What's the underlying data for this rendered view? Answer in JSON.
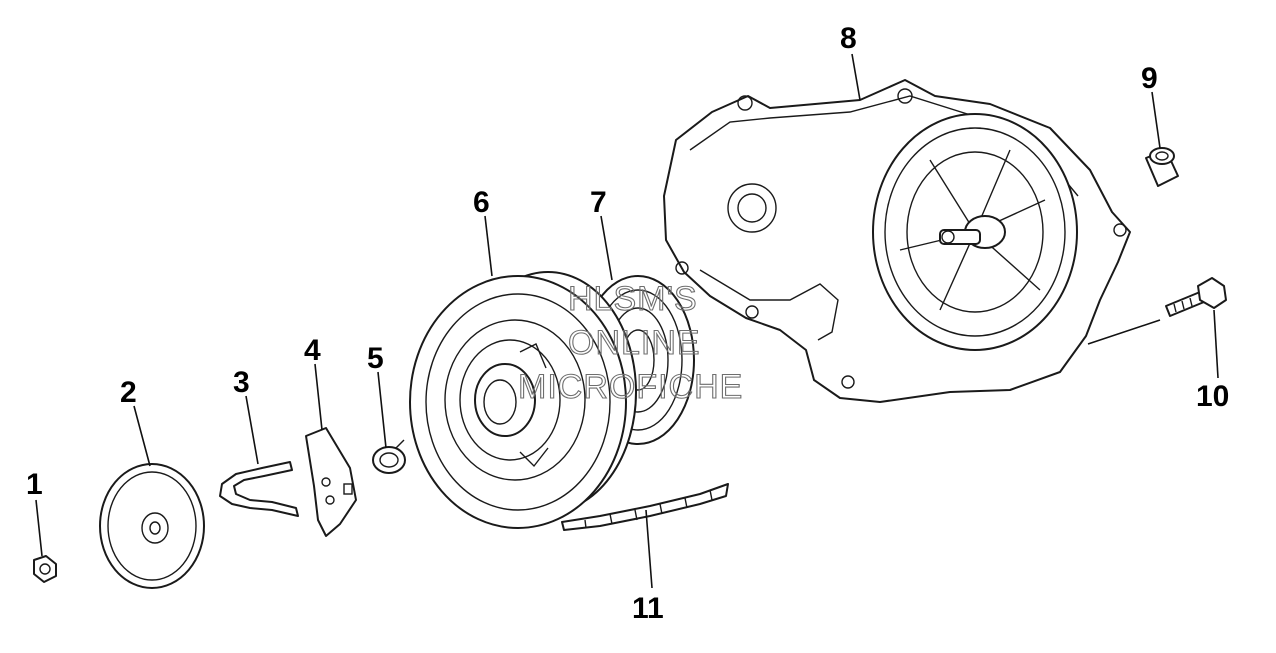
{
  "callouts": [
    {
      "id": 1,
      "label": "1",
      "part": "nut"
    },
    {
      "id": 2,
      "label": "2",
      "part": "cover-plate"
    },
    {
      "id": 3,
      "label": "3",
      "part": "spring-clip"
    },
    {
      "id": 4,
      "label": "4",
      "part": "pawl"
    },
    {
      "id": 5,
      "label": "5",
      "part": "pawl-spring"
    },
    {
      "id": 6,
      "label": "6",
      "part": "starter-pulley"
    },
    {
      "id": 7,
      "label": "7",
      "part": "recoil-spring"
    },
    {
      "id": 8,
      "label": "8",
      "part": "starter-housing"
    },
    {
      "id": 9,
      "label": "9",
      "part": "bushing"
    },
    {
      "id": 10,
      "label": "10",
      "part": "bolt"
    },
    {
      "id": 11,
      "label": "11",
      "part": "starter-rope"
    }
  ],
  "watermark": {
    "line1": "HLSM'S",
    "line2": "ONLINE",
    "line3": "MICROFICHE"
  }
}
